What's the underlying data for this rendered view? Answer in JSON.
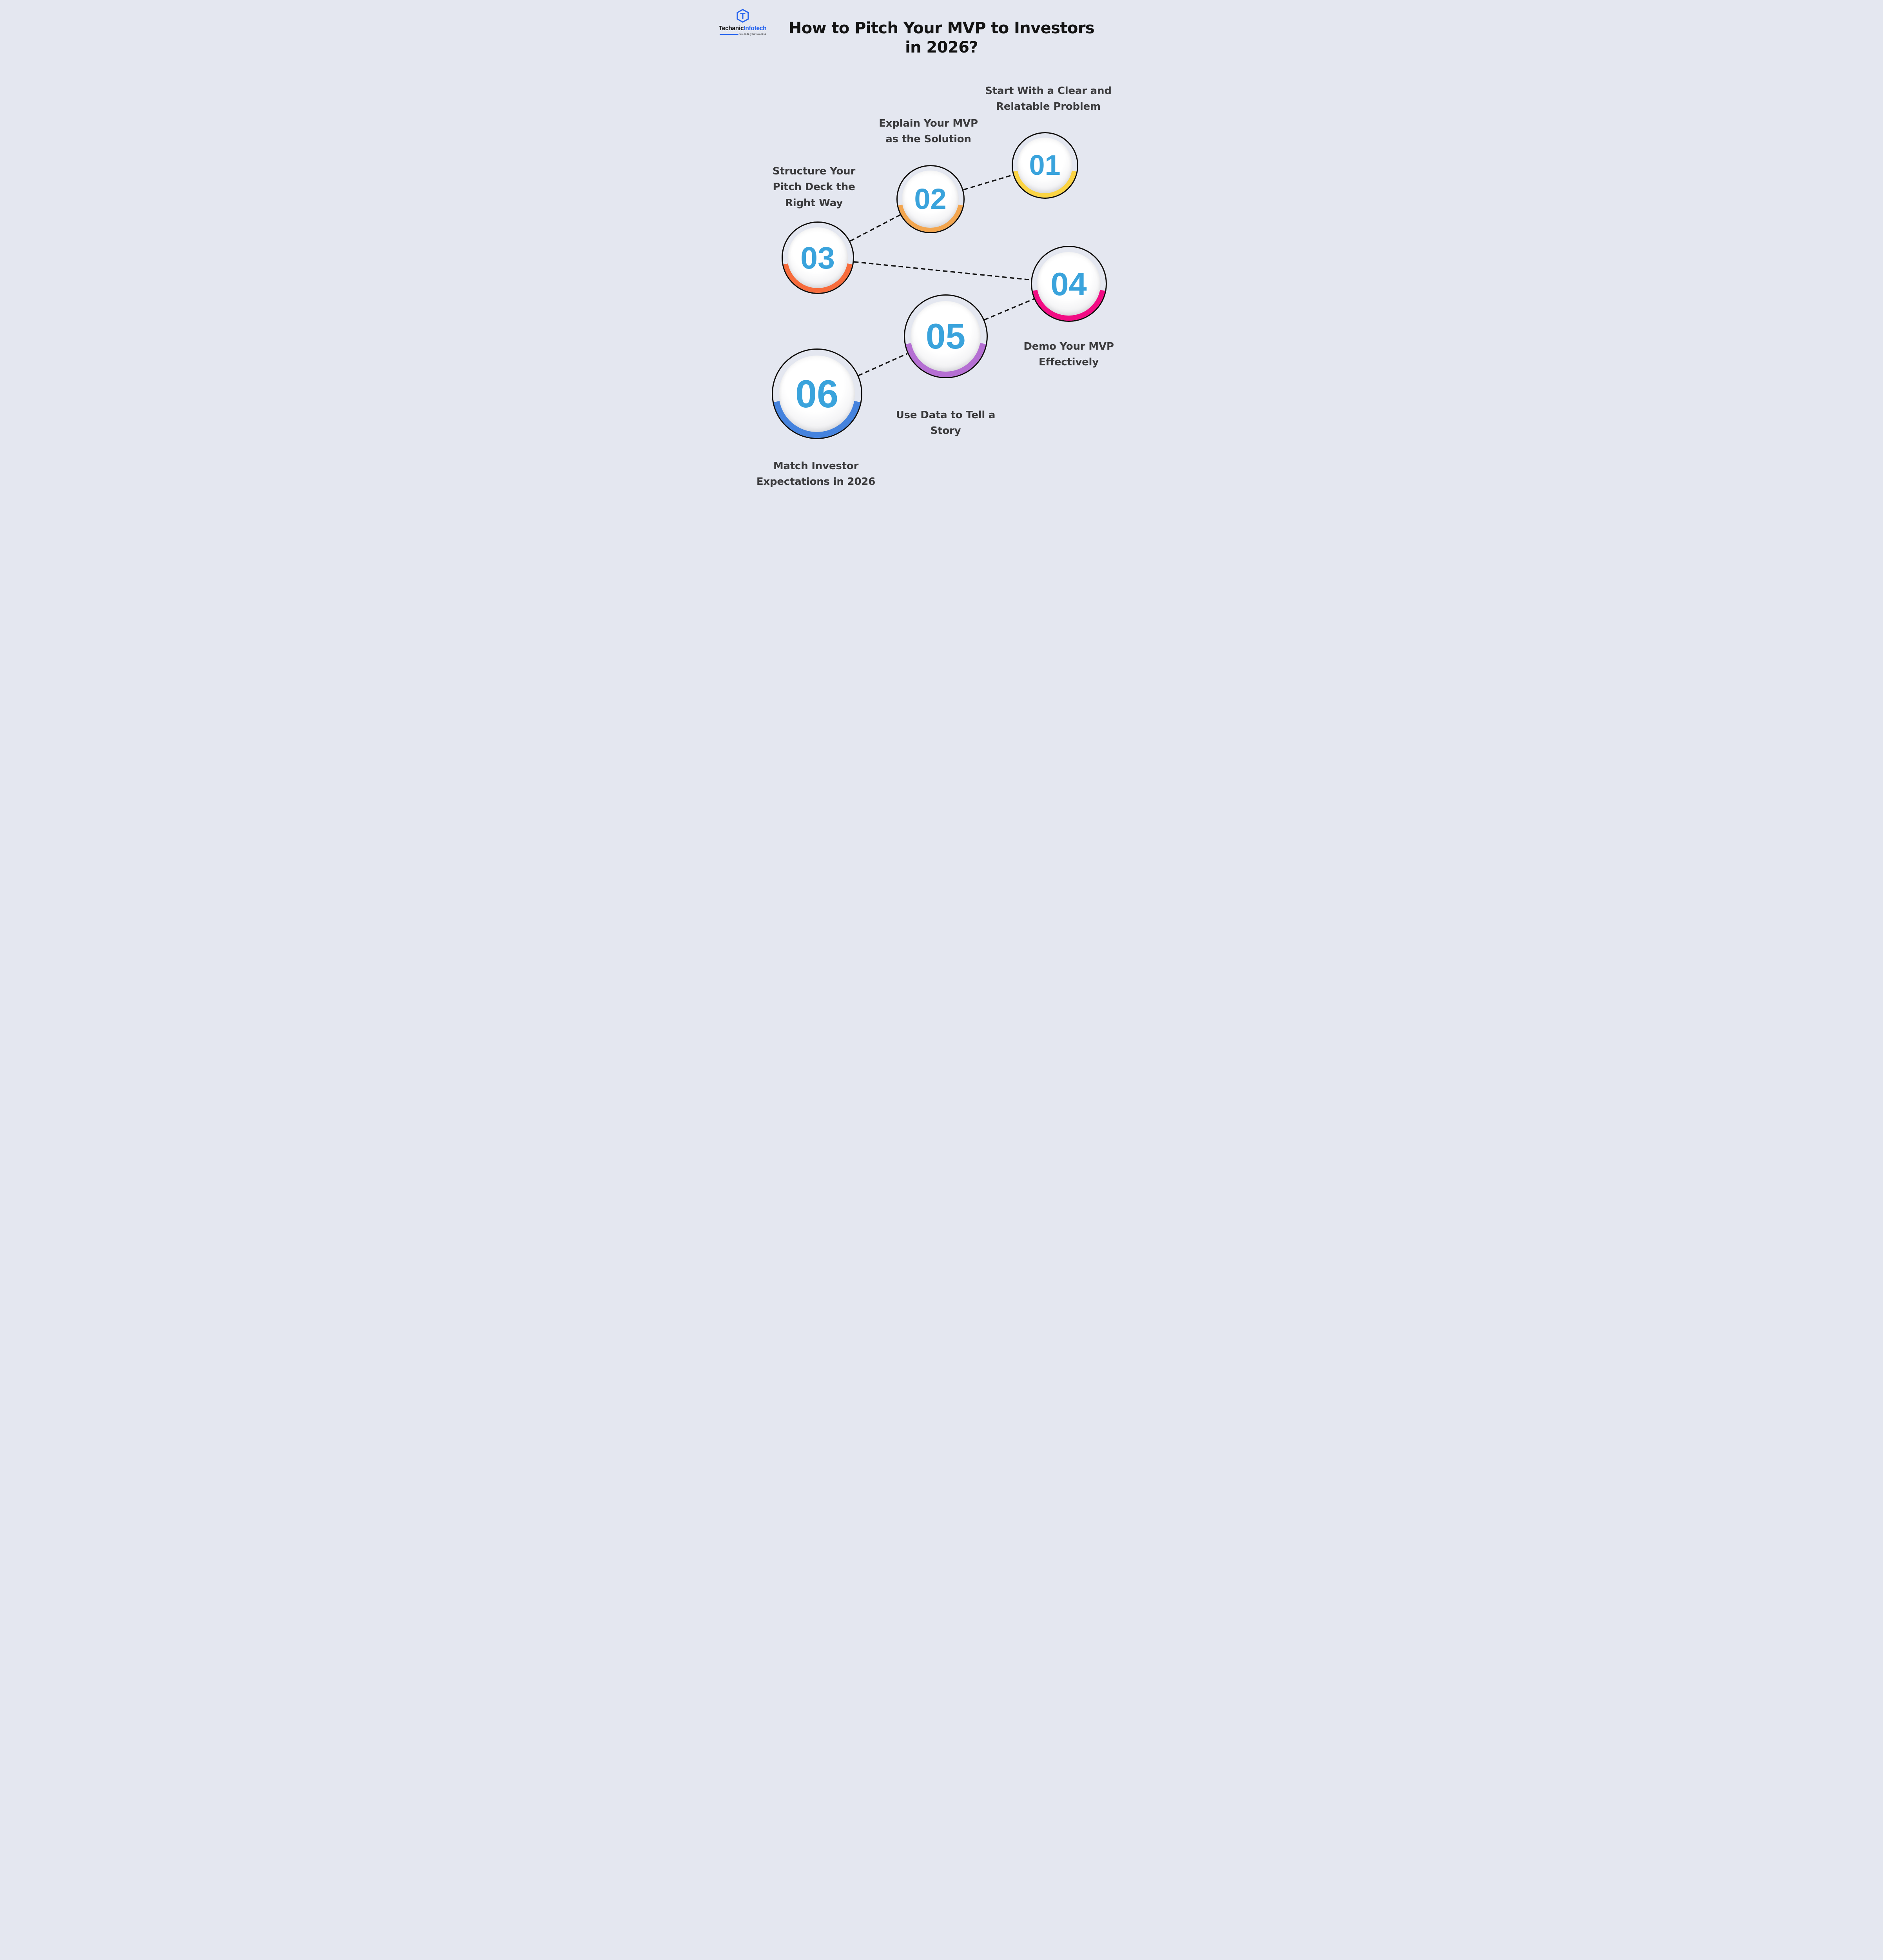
{
  "page": {
    "background_color": "#E4E7F0",
    "title_line1": "How to Pitch Your MVP to Investors",
    "title_line2": "in 2026?"
  },
  "logo": {
    "brand_black": "Techanic",
    "brand_blue": "Infotech",
    "tagline": "we code your success",
    "icon": "isometric-cube-t-logo"
  },
  "steps": [
    {
      "number": "01",
      "label_lines": [
        "Start With a Clear and",
        "Relatable Problem"
      ],
      "arc_color": "#FBD444"
    },
    {
      "number": "02",
      "label_lines": [
        "Explain Your MVP",
        "as the Solution"
      ],
      "arc_color": "#F3A64F"
    },
    {
      "number": "03",
      "label_lines": [
        "Structure Your",
        "Pitch Deck the",
        "Right Way"
      ],
      "arc_color": "#F76C3C"
    },
    {
      "number": "04",
      "label_lines": [
        "Demo Your MVP",
        "Effectively"
      ],
      "arc_color": "#F20C84"
    },
    {
      "number": "05",
      "label_lines": [
        "Use Data to Tell a",
        "Story"
      ],
      "arc_color": "#B56FD3"
    },
    {
      "number": "06",
      "label_lines": [
        "Match Investor",
        "Expectations in 2026"
      ],
      "arc_color": "#4583DE"
    }
  ],
  "accents": {
    "number_color": "#3AA3DC",
    "connector_color": "#131313",
    "circle_outline_color": "#0E0C0A",
    "heading_color": "#131313",
    "label_color": "#3A3A3C",
    "logo_blue": "#2563EE"
  }
}
